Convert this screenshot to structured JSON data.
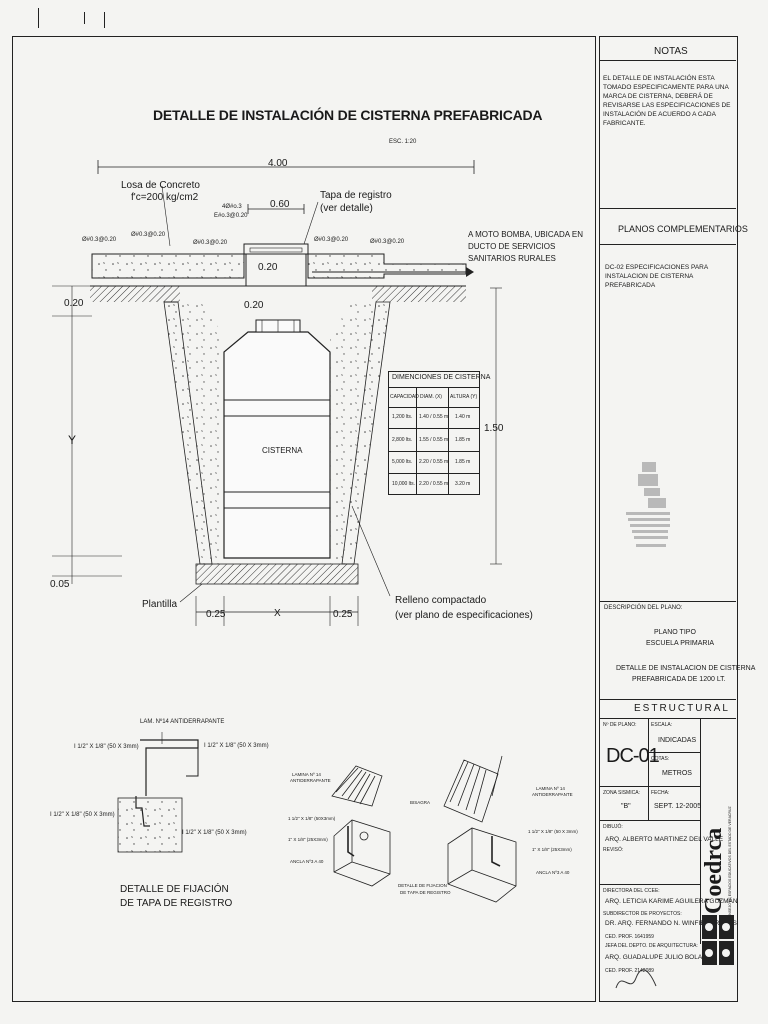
{
  "drawing": {
    "title": "DETALLE DE INSTALACIÓN DE CISTERNA PREFABRICADA",
    "scale": "ESC. 1:20",
    "dim_total": "4.00",
    "dim_cap": "0.60",
    "label_slab": "Losa de Concreto",
    "label_fc": "f'c=200 kg/cm2",
    "label_lid": "Tapa de registro",
    "label_lid_sub": "(ver detalle)",
    "label_pump_1": "A MOTO BOMBA, UBICADA EN",
    "label_pump_2": "DUCTO DE SERVICIOS",
    "label_pump_3": "SANITARIOS RURALES",
    "rebar_a": "Ø#0.3@0.20",
    "rebar_b": "Ø#0.3@0.20",
    "rebar_c": "Ø#0.3@0.20",
    "rebar_d": "Ø#0.3@0.20",
    "rebar_e": "Ø#0.3@0.20",
    "rebar_f1": "4Ø#o.3",
    "rebar_f2": "E#o.3@0.20",
    "dim_020_a": "0.20",
    "dim_020_b": "0.20",
    "dim_020_c": "0.20",
    "dim_y": "Y",
    "dim_150": "1.50",
    "dim_005": "0.05",
    "label_tank": "CISTERNA",
    "label_base": "Plantilla",
    "dim_025_l": "0.25",
    "dim_x": "X",
    "dim_025_r": "0.25",
    "label_fill_1": "Relleno compactado",
    "label_fill_2": "(ver plano de especificaciones)"
  },
  "tank_table": {
    "title": "DIMENCIONES DE CISTERNA",
    "headers": [
      "CAPACIDAD",
      "DIAM. (X)",
      "ALTURA (Y)"
    ],
    "rows": [
      [
        "1,200 lts.",
        "1.40 / 0.55 m",
        "1.40 m"
      ],
      [
        "2,800 lts.",
        "1.55 / 0.55 m",
        "1.85 m"
      ],
      [
        "5,000 lts.",
        "2.20 / 0.55 m",
        "1.85 m"
      ],
      [
        "10,000 lts.",
        "2.20 / 0.55 m",
        "3.20 m"
      ]
    ]
  },
  "detail": {
    "lam": "LAM. Nº14 ANTIDERRAPANTE",
    "ang_1": "I 1/2\" X 1/8\" (50 X 3mm)",
    "ang_2": "I 1/2\" X 1/8\" (50 X 3mm)",
    "ang_3": "I 1/2\" X 1/8\" (50 X 3mm)",
    "ang_4": "I 1/2\" X 1/8\" (50 X 3mm)",
    "title_1": "DETALLE DE FIJACIÓN",
    "title_2": "DE TAPA DE REGISTRO",
    "iso_lam": "LAMINA Nº 14",
    "iso_lam2": "ANTIDERRAPANTE",
    "iso_a1": "1 1/2\" X 1/8\" (50X3mm)",
    "iso_a2": "1\" X 1/8\" (25X3mm)",
    "iso_anc": "ANCLA Nº3 A 40",
    "iso_cap_1": "DETALLE DE FIJACION",
    "iso_cap_2": "DE TAPA DE REGISTRO",
    "iso_bis": "BISAGRA",
    "iso_r_lam": "LAMINA Nº 14",
    "iso_r_lam2": "ANTIDERRAPANTE",
    "iso_r_a1": "1 1/2\" X 1/8\" (50 X 3mm)",
    "iso_r_a2": "1\" X 1/8\" (25X3mm)",
    "iso_r_anc": "ANCLA Nº3 A 40"
  },
  "notes": {
    "header": "NOTAS",
    "body": "EL DETALLE DE INSTALACIÓN ESTA TOMADO ESPECIFICAMENTE PARA UNA MARCA DE CISTERNA, DEBERÁ DE REVISARSE LAS ESPECIFICACIONES DE INSTALACIÓN DE ACUERDO A CADA FABRICANTE."
  },
  "complementary": {
    "header": "PLANOS COMPLEMENTARIOS",
    "body": "DC-02 ESPECIFICACIONES PARA INSTALACION DE CISTERNA PREFABRICADA"
  },
  "title_block": {
    "desc_label": "DESCRIPCIÓN DEL PLANO:",
    "desc_1": "PLANO TIPO",
    "desc_2": "ESCUELA PRIMARIA",
    "desc_3": "DETALLE DE INSTALACION DE CISTERNA",
    "desc_4": "PREFABRICADA DE 1200 LT.",
    "discipline": "ESTRUCTURAL",
    "plan_no_label": "Nº DE PLANO:",
    "plan_no": "DC-01",
    "scale_label": "ESCALA:",
    "scale": "INDICADAS",
    "units_label": "COTAS:",
    "units": "METROS",
    "seismic_label": "ZONA SISMICA:",
    "seismic": "\"B\"",
    "date_label": "FECHA:",
    "date": "SEPT. 12-2005",
    "drawn_label": "DIBUJÓ:",
    "drawn": "ARQ. ALBERTO MARTINEZ DEL VALLE",
    "reviewed_label": "REVISÓ:",
    "director_label": "DIRECTORA DEL CCEE:",
    "director": "ARQ. LETICIA KARIME AGUILERA GUZMÁN",
    "subdir_label": "SUBDIRECTOR DE PROYECTOS:",
    "subdir": "DR. ARQ. FERNANDO N. WINFIELD REYES",
    "ced": "CED. PROF. 1641959",
    "jefe_label": "JEFA DEL DEPTO. DE ARQUITECTURA:",
    "jefe": "ARQ. GUADALUPE JULIO BOLAÑOS",
    "ced2": "CED. PROF. 2142089",
    "logo": "Coedrca",
    "logo_sub": "CONSEJO DE ESPACIOS EDUCATIVOS DEL ESTADO DE VERACRUZ"
  }
}
